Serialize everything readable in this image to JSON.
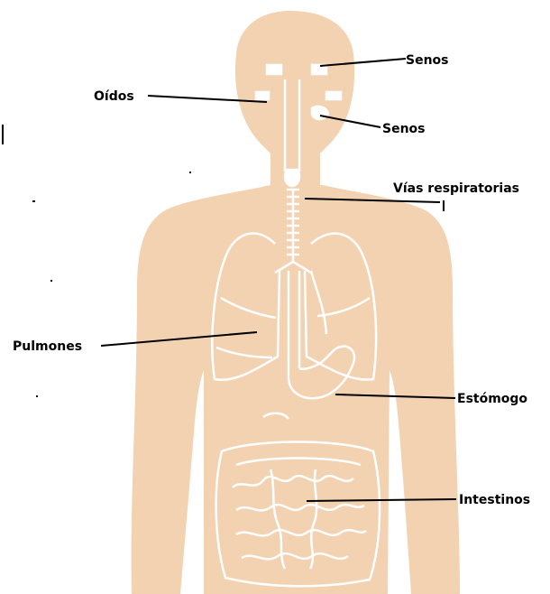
{
  "labels": {
    "senos_top": "Senos",
    "oidos": "Oídos",
    "senos_bottom": "Senos",
    "vias_respiratorias": "Vías respiratorias",
    "pulmones": "Pulmones",
    "estomago": "Estómogo",
    "intestinos": "Intestinos"
  },
  "colors": {
    "body": "#f3d2b2",
    "organ_outline": "#ffffff",
    "leader": "#000000",
    "background": "#ffffff"
  }
}
